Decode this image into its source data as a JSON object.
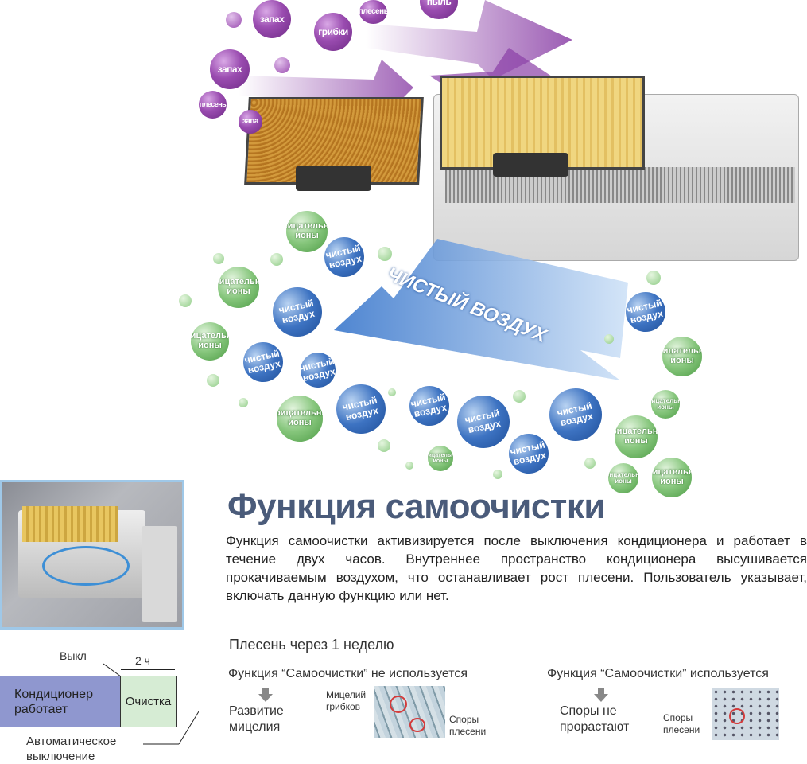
{
  "top_bubbles": {
    "purple": [
      "запах",
      "грибки",
      "плесень",
      "пыль",
      "запах",
      "плесень",
      "запа"
    ]
  },
  "arrow_label": "ЧИСТЫЙ ВОЗДУХ",
  "green_label": "отрицательные ионы",
  "blue_label": "чистый воздух",
  "title": "Функция самоочистки",
  "description": "Функция самоочистки активизируется после выключения кондиционера и работает в течение двух часов. Внутреннее пространство кондиционера высушивается прокачиваемым воздухом, что останавливает рост плесени. Пользователь указывает, включать данную функцию или нет.",
  "timeline": {
    "off": "Выкл",
    "duration": "2 ч",
    "running": "Кондиционер работает",
    "cleaning": "Очистка",
    "auto_off": "Автоматическое выключение"
  },
  "mold": {
    "heading": "Плесень через 1 неделю",
    "not_used": {
      "title": "Функция “Самоочистки” не используется",
      "result": "Развитие мицелия",
      "label1": "Мицелий грибков",
      "label2": "Споры плесени"
    },
    "used": {
      "title": "Функция “Самоочистки” используется",
      "result": "Споры не прорастают",
      "label1": "Споры плесени"
    }
  },
  "colors": {
    "title": "#4a5b7a",
    "running": "#8f97cf",
    "cleaning": "#d6ecd4"
  }
}
